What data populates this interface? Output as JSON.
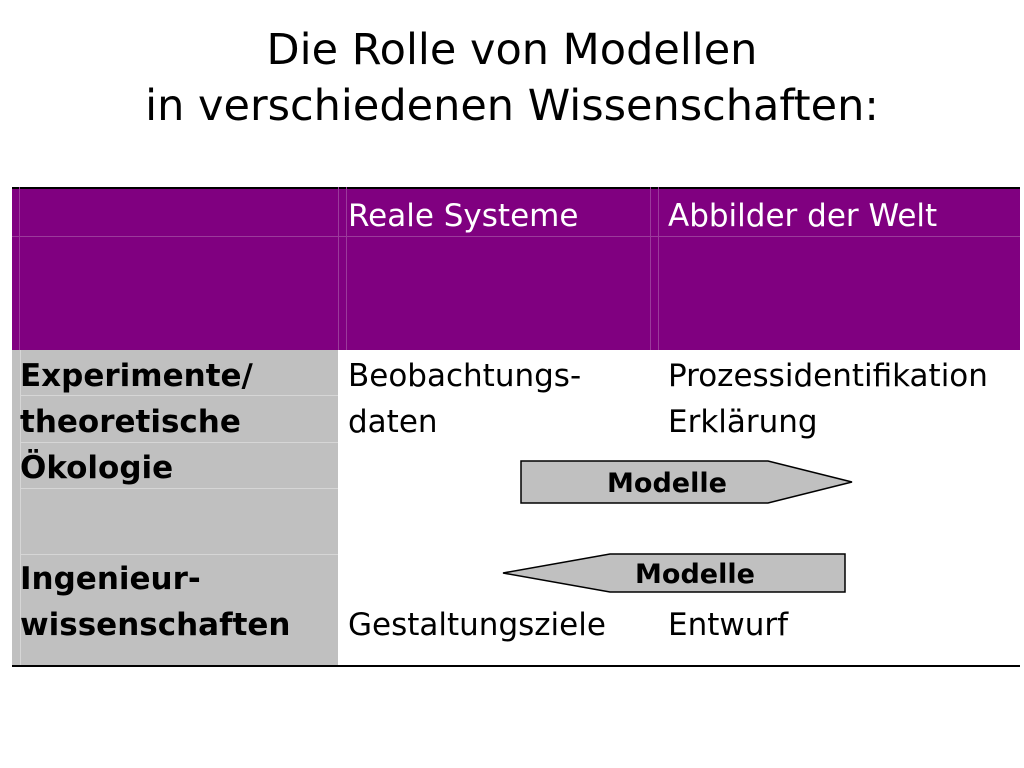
{
  "title": {
    "line1": "Die Rolle von Modellen",
    "line2": "in verschiedenen Wissenschaften:"
  },
  "table": {
    "headers": [
      "Reale Systeme",
      "Abbilder der Welt"
    ],
    "rows": [
      {
        "label": [
          "Experimente/",
          "theoretische",
          "Ökologie"
        ],
        "reale": [
          "Beobachtungs-",
          "daten"
        ],
        "abbilder": [
          "Prozessidentifikation",
          "Erklärung"
        ]
      },
      {
        "label": [
          "Ingenieur-",
          "wissenschaften"
        ],
        "reale": [
          "Gestaltungsziele"
        ],
        "abbilder": [
          "Entwurf"
        ]
      }
    ]
  },
  "arrows": {
    "right": "Modelle",
    "left": "Modelle"
  },
  "colors": {
    "header_bg": "#800080",
    "left_col_bg": "#c0c0c0",
    "arrow_fill": "#c0c0c0"
  }
}
